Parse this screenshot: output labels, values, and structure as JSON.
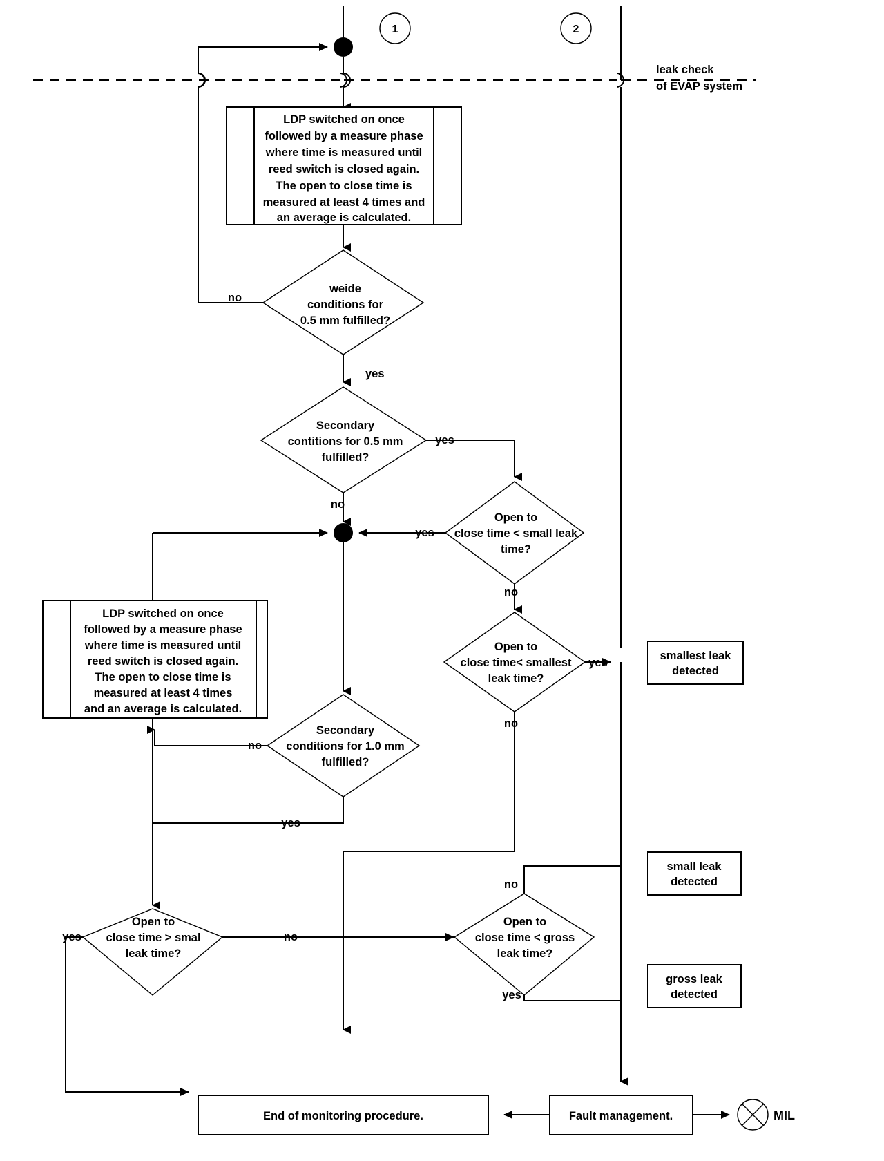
{
  "diagram": {
    "title": "Leak check of EVAP system monitoring flowchart",
    "swimlane_label_line1": "leak check",
    "swimlane_label_line2": "of EVAP system",
    "connector_refs": [
      {
        "id": "1",
        "label": "1"
      },
      {
        "id": "2",
        "label": "2"
      }
    ],
    "process_boxes": [
      {
        "id": "ldp-box-top",
        "lines": [
          "LDP switched on once",
          "followed by a measure phase",
          "where time is measured until",
          "reed switch is closed again.",
          "The open to close time is",
          "measured at least 4 times and",
          "an average is calculated."
        ]
      },
      {
        "id": "ldp-box-left",
        "lines": [
          "LDP switched on once",
          "followed by a measure phase",
          "where time is measured until",
          "reed switch is closed again.",
          "The open to close time is",
          "measured at least 4 times",
          "and an average is calculated."
        ]
      }
    ],
    "decisions": [
      {
        "id": "weide-05",
        "lines": [
          "weide",
          "conditions for",
          "0.5 mm fulfilled?"
        ]
      },
      {
        "id": "secondary-05",
        "lines": [
          "Secondary",
          "contitions  for 0.5 mm",
          "fulfilled?"
        ]
      },
      {
        "id": "open-close-small-leak",
        "lines": [
          "Open to",
          "close time < small leak",
          "time?"
        ]
      },
      {
        "id": "open-close-smallest-leak",
        "lines": [
          "Open to",
          "close time< smallest",
          "leak time?"
        ]
      },
      {
        "id": "secondary-10",
        "lines": [
          "Secondary",
          "conditions  for 1.0 mm",
          "fulfilled?"
        ]
      },
      {
        "id": "open-close-greater-small",
        "lines": [
          "Open to",
          "close time > smal",
          "leak time?"
        ]
      },
      {
        "id": "open-close-gross-leak",
        "lines": [
          "Open to",
          "close time < gross",
          "leak time?"
        ]
      }
    ],
    "result_boxes": [
      {
        "id": "smallest-leak",
        "lines": [
          "smallest leak",
          "detected"
        ]
      },
      {
        "id": "small-leak",
        "lines": [
          "small leak",
          "detected"
        ]
      },
      {
        "id": "gross-leak",
        "lines": [
          "gross leak",
          "detected"
        ]
      }
    ],
    "terminal_boxes": [
      {
        "id": "end-monitoring",
        "label": "End of monitoring procedure."
      },
      {
        "id": "fault-management",
        "label": "Fault management."
      }
    ],
    "mil_indicator": {
      "id": "mil",
      "label": "MIL"
    },
    "edge_labels": {
      "weide_no": "no",
      "weide_yes": "yes",
      "secondary05_yes": "yes",
      "secondary05_no": "no",
      "small_leak_yes": "yes",
      "small_leak_no": "no",
      "smallest_leak_yes": "yes",
      "smallest_leak_no": "no",
      "secondary10_no": "no",
      "secondary10_yes": "yes",
      "greater_small_yes": "yes",
      "greater_small_no": "no",
      "gross_no": "no",
      "gross_yes": "yes"
    },
    "colors": {
      "stroke": "#000000",
      "fill": "#ffffff",
      "text": "#000000"
    }
  }
}
